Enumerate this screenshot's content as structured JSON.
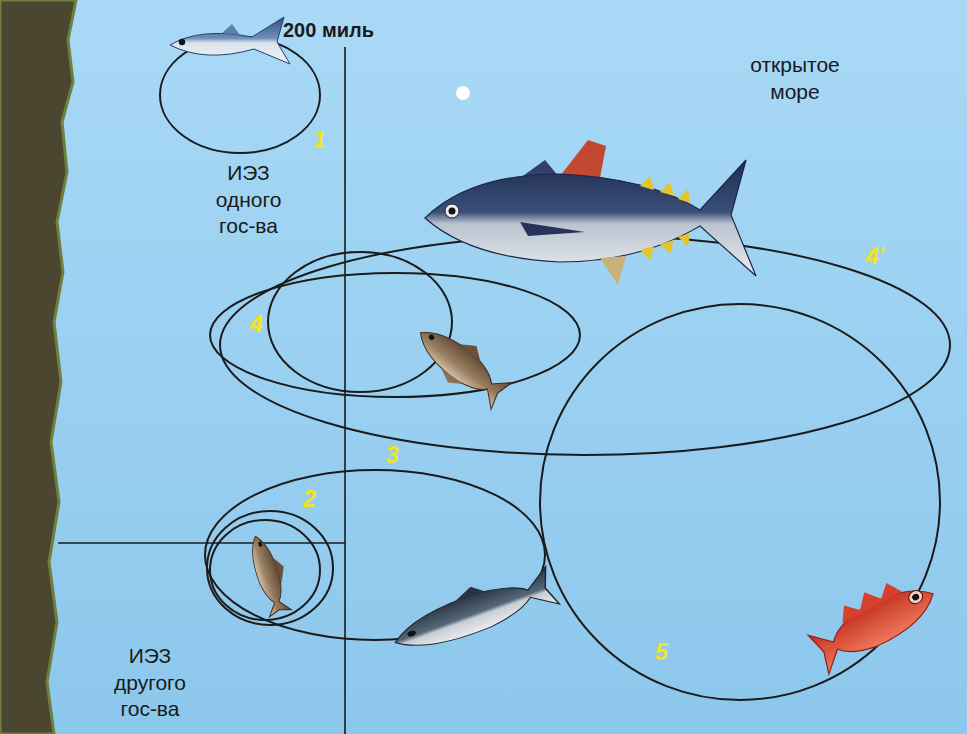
{
  "diagram": {
    "labels": [
      "200 миль",
      "1",
      "ИЭЗ одного гос-ва",
      "открытое море",
      "4'",
      "4",
      "3",
      "2",
      "ИЭЗ другого гос-ва",
      "5"
    ]
  }
}
